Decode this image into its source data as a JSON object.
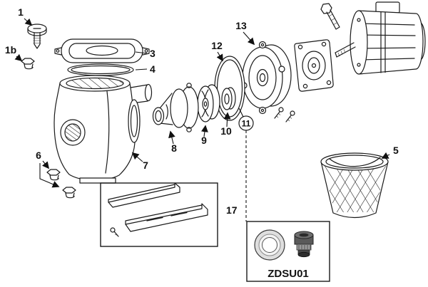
{
  "diagram": {
    "callouts": {
      "c1": "1",
      "c1b": "1b",
      "c3": "3",
      "c4": "4",
      "c5": "5",
      "c6": "6",
      "c7": "7",
      "c8": "8",
      "c9": "9",
      "c10": "10",
      "c11": "11",
      "c12": "12",
      "c13": "13",
      "c17": "17"
    },
    "seal_kit": {
      "code": "ZDSU01"
    },
    "colors": {
      "ink": "#1a1a1a",
      "background": "#ffffff"
    }
  }
}
